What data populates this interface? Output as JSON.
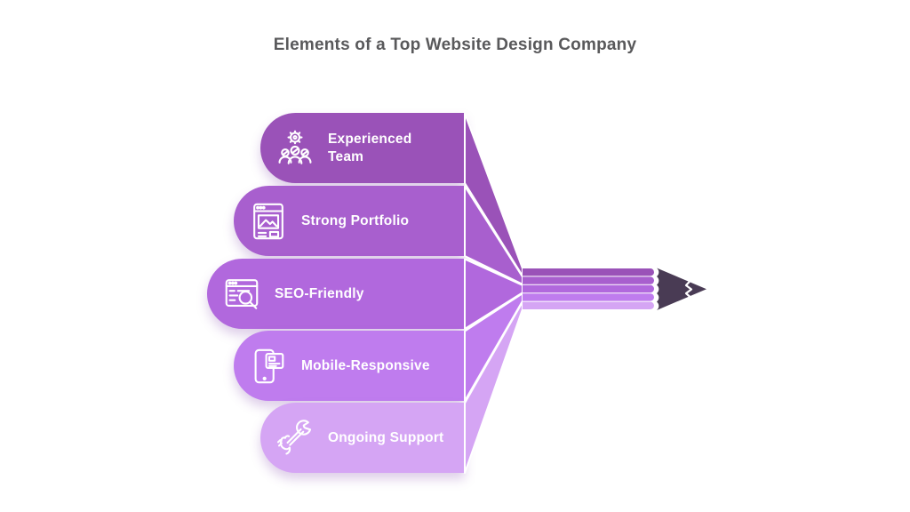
{
  "title": {
    "text": "Elements of a Top Website Design Company",
    "color": "#59595b"
  },
  "banners": [
    {
      "label": "Experienced\nTeam",
      "icon": "team-gear-icon",
      "color": "#9a52b8"
    },
    {
      "label": "Strong Portfolio",
      "icon": "portfolio-window-icon",
      "color": "#a85fce"
    },
    {
      "label": "SEO-Friendly",
      "icon": "seo-search-icon",
      "color": "#b168dd"
    },
    {
      "label": "Mobile-Responsive",
      "icon": "mobile-phone-icon",
      "color": "#bf7cee"
    },
    {
      "label": "Ongoing Support",
      "icon": "wrench-hand-icon",
      "color": "#d5a5f4"
    }
  ],
  "pencil": {
    "stripe_colors": [
      "#9a52b8",
      "#a85fce",
      "#b168dd",
      "#bf7cee",
      "#d5a5f4"
    ],
    "tip_color": "#493b54"
  },
  "canvas": {
    "background": "#ffffff",
    "label_color": "#ffffff"
  }
}
